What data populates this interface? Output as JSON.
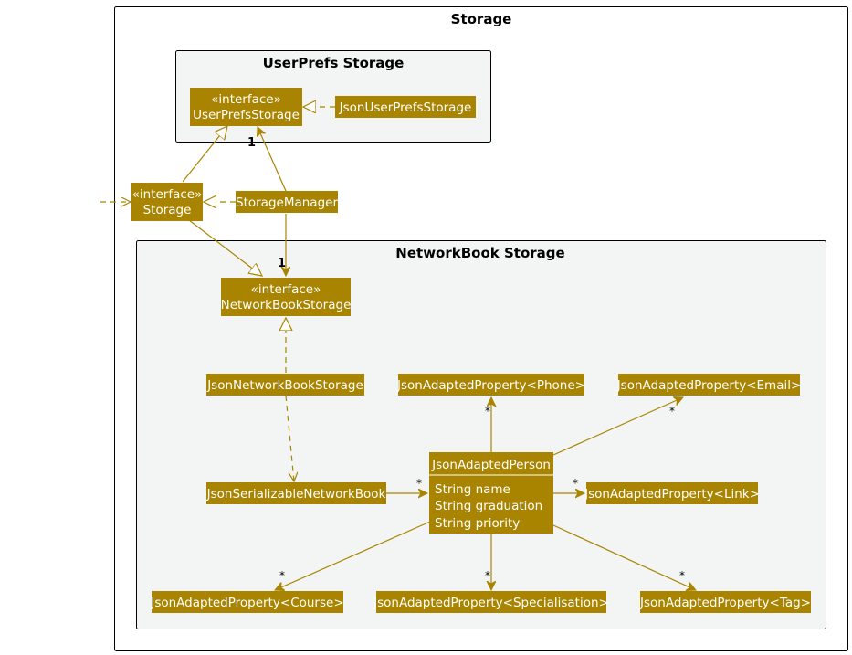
{
  "colors": {
    "class_fill": "#A88400",
    "line": "#A88400",
    "package_fill": "#F3F5F4",
    "package_stroke": "#000000"
  },
  "packages": {
    "storage": "Storage",
    "userprefs": "UserPrefs Storage",
    "networkbook": "NetworkBook Storage"
  },
  "classes": {
    "userprefs_storage": {
      "stereotype": "«interface»",
      "name": "UserPrefsStorage"
    },
    "json_userprefs_storage": {
      "name": "JsonUserPrefsStorage"
    },
    "storage": {
      "stereotype": "«interface»",
      "name": "Storage"
    },
    "storage_manager": {
      "name": "StorageManager"
    },
    "networkbook_storage": {
      "stereotype": "«interface»",
      "name": "NetworkBookStorage"
    },
    "json_networkbook_storage": {
      "name": "JsonNetworkBookStorage"
    },
    "json_serializable_networkbook": {
      "name": "JsonSerializableNetworkBook"
    },
    "json_adapted_person": {
      "name": "JsonAdaptedPerson",
      "fields": [
        "String name",
        "String graduation",
        "String priority"
      ]
    },
    "prop_phone": {
      "name": "JsonAdaptedProperty<Phone>"
    },
    "prop_email": {
      "name": "JsonAdaptedProperty<Email>"
    },
    "prop_link": {
      "name": "JsonAdaptedProperty<Link>"
    },
    "prop_course": {
      "name": "JsonAdaptedProperty<Course>"
    },
    "prop_specialisation": {
      "name": "JsonAdaptedProperty<Specialisation>"
    },
    "prop_tag": {
      "name": "JsonAdaptedProperty<Tag>"
    }
  },
  "multiplicities": {
    "manager_to_userprefs": "1",
    "manager_to_networkbook": "1",
    "serializable_to_person": "*",
    "person_to_phone": "*",
    "person_to_email": "*",
    "person_to_link": "*",
    "person_to_course": "*",
    "person_to_specialisation": "*",
    "person_to_tag": "*"
  }
}
